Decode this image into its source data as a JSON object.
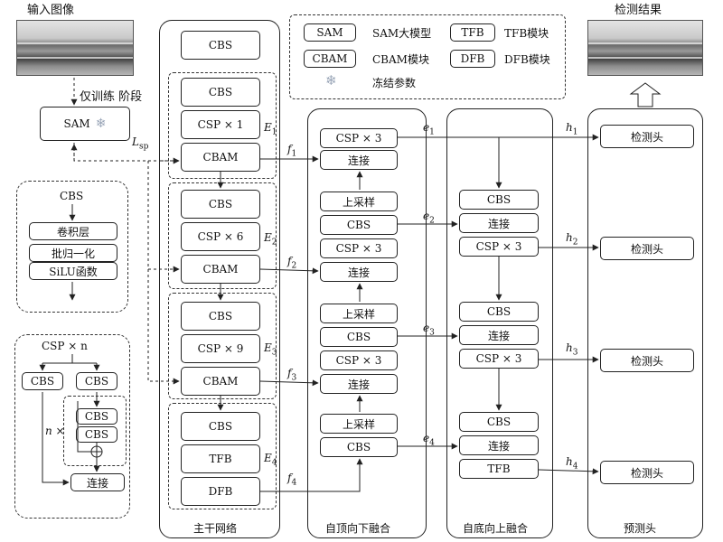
{
  "input_title": "输入图像",
  "result_title": "检测结果",
  "train_note": "仅训练 阶段",
  "sam_box": "SAM",
  "l_sp": "L",
  "l_sp_sub": "sp",
  "legend": {
    "sam_key": "SAM",
    "sam_desc": "SAM大模型",
    "tfb_key": "TFB",
    "tfb_desc": "TFB模块",
    "cbam_key": "CBAM",
    "cbam_desc": "CBAM模块",
    "dfb_key": "DFB",
    "dfb_desc": "DFB模块",
    "frozen_desc": "冻结参数"
  },
  "cbs_detail": {
    "title": "CBS",
    "conv": "卷积层",
    "bn": "批归一化",
    "silu": "SiLU函数"
  },
  "csp_detail": {
    "title": "CSP × n",
    "cbs": "CBS",
    "n_times": "n ×",
    "concat": "连接"
  },
  "backbone": {
    "label": "主干网络",
    "top_cbs": "CBS",
    "stage1": [
      "CBS",
      "CSP × 1",
      "CBAM"
    ],
    "stage2": [
      "CBS",
      "CSP × 6",
      "CBAM"
    ],
    "stage3": [
      "CBS",
      "CSP × 9",
      "CBAM"
    ],
    "stage4": [
      "CBS",
      "TFB",
      "DFB"
    ],
    "e_labels": [
      "E",
      "E",
      "E",
      "E"
    ],
    "e_subs": [
      "1",
      "2",
      "3",
      "4"
    ]
  },
  "f_labels": [
    "f",
    "f",
    "f",
    "f"
  ],
  "f_subs": [
    "1",
    "2",
    "3",
    "4"
  ],
  "topdown": {
    "label": "自顶向下融合",
    "items": [
      "CSP × 3",
      "连接",
      "上采样",
      "CBS",
      "CSP × 3",
      "连接",
      "上采样",
      "CBS",
      "CSP × 3",
      "连接",
      "上采样",
      "CBS"
    ]
  },
  "e_out": [
    "e",
    "e",
    "e",
    "e"
  ],
  "e_out_subs": [
    "1",
    "2",
    "3",
    "4"
  ],
  "bottomup": {
    "label": "自底向上融合",
    "items": [
      "CBS",
      "连接",
      "CSP × 3",
      "CBS",
      "连接",
      "CSP × 3",
      "CBS",
      "连接",
      "TFB"
    ]
  },
  "h_labels": [
    "h",
    "h",
    "h",
    "h"
  ],
  "h_subs": [
    "1",
    "2",
    "3",
    "4"
  ],
  "heads": {
    "label": "预测头",
    "items": [
      "检测头",
      "检测头",
      "检测头",
      "检测头"
    ]
  },
  "colors": {
    "line": "#222222",
    "frozen": "#9aa6b8",
    "arrow_fill": "#ffffff"
  }
}
